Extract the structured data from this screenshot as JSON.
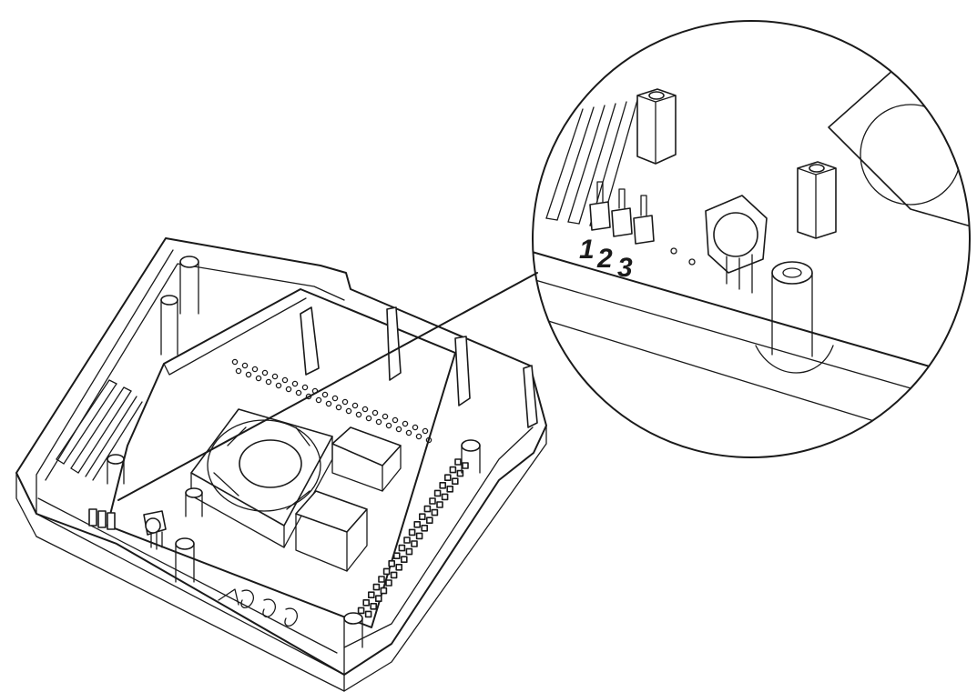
{
  "diagram": {
    "pin_labels": [
      "1",
      "2",
      "3"
    ],
    "colors": {
      "line": "#1a1a1a",
      "background": "#ffffff"
    }
  }
}
